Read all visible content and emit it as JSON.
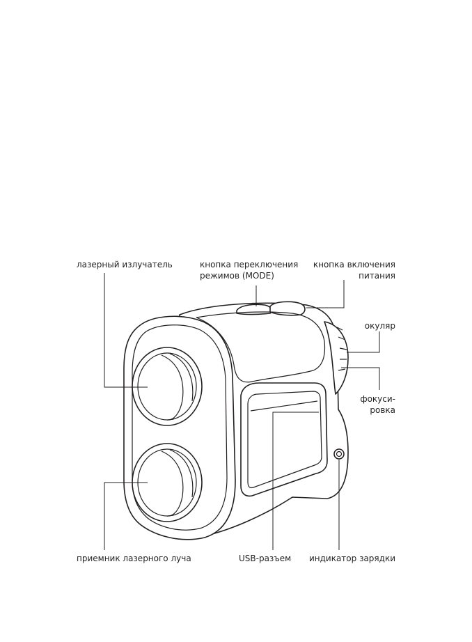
{
  "labels": {
    "laser_emitter": "лазерный излучатель",
    "mode_button": [
      "кнопка переключения",
      "режимов (MODE)"
    ],
    "power_button": [
      "кнопка включения",
      "питания"
    ],
    "eyepiece": "окуляр",
    "focus": [
      "фокуси-",
      "ровка"
    ],
    "laser_receiver": "приемник лазерного луча",
    "usb_port": "USB-разъем",
    "charge_indicator": "индикатор зарядки"
  }
}
